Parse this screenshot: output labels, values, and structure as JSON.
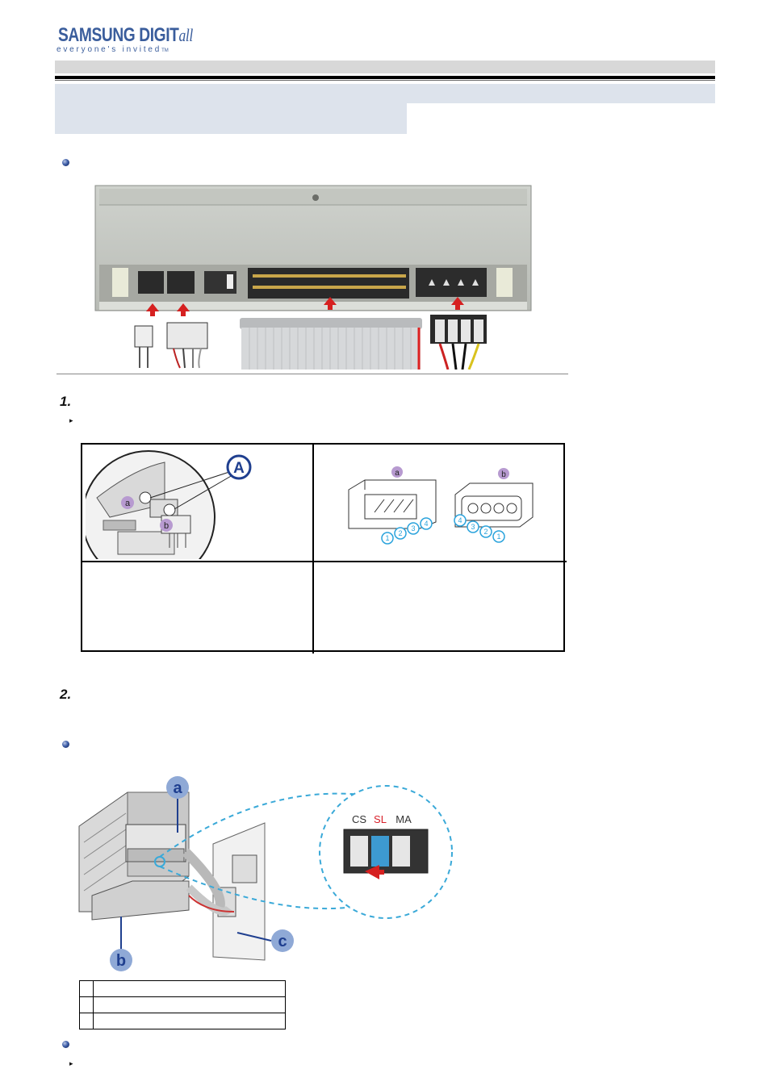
{
  "header": {
    "brand": "SAMSUNG DIGIT",
    "brand_suffix": "all",
    "tagline": "everyone's invited",
    "tagline_tm": "TM"
  },
  "rear_panel_figure": {
    "icon": "rear-panel-photo"
  },
  "steps": [
    {
      "number": "1."
    },
    {
      "number": "2."
    }
  ],
  "power_connector_figure": {
    "callout_A": "A",
    "label_a": "a",
    "label_b": "b",
    "pins_a": [
      "1",
      "2",
      "3",
      "4"
    ],
    "pins_b": [
      "4",
      "3",
      "2",
      "1"
    ]
  },
  "jumper_figure": {
    "label_a": "a",
    "label_b": "b",
    "label_c": "c",
    "jumper_labels": [
      "CS",
      "SL",
      "MA"
    ],
    "colors": {
      "callout_blue": "#8fa9d6",
      "sl_red": "#d8202a",
      "dash_blue": "#3aa9d8"
    }
  }
}
